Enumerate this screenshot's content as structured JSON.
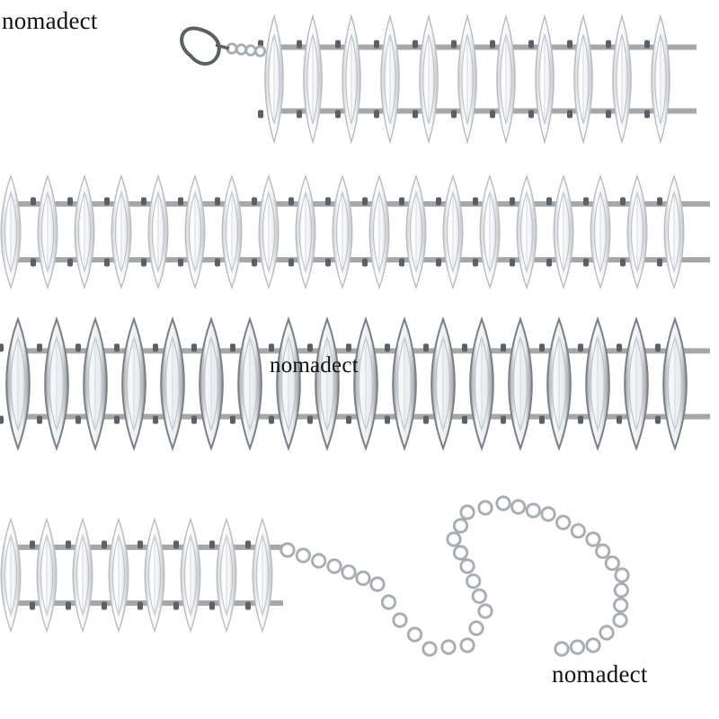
{
  "watermarks": [
    "nomadect",
    "nomadect",
    "nomadect"
  ],
  "colors": {
    "background": "#ffffff",
    "metal_dark": "#5c5f63",
    "metal_mid": "#a7abb0",
    "metal_light": "#e6e8ea",
    "crystal_fill": "#f3f4f6",
    "crystal_line": "#b9bcc1"
  },
  "items": [
    "lobster-clasp-icon",
    "marquise-crystal-icon",
    "rolo-chain-icon"
  ]
}
